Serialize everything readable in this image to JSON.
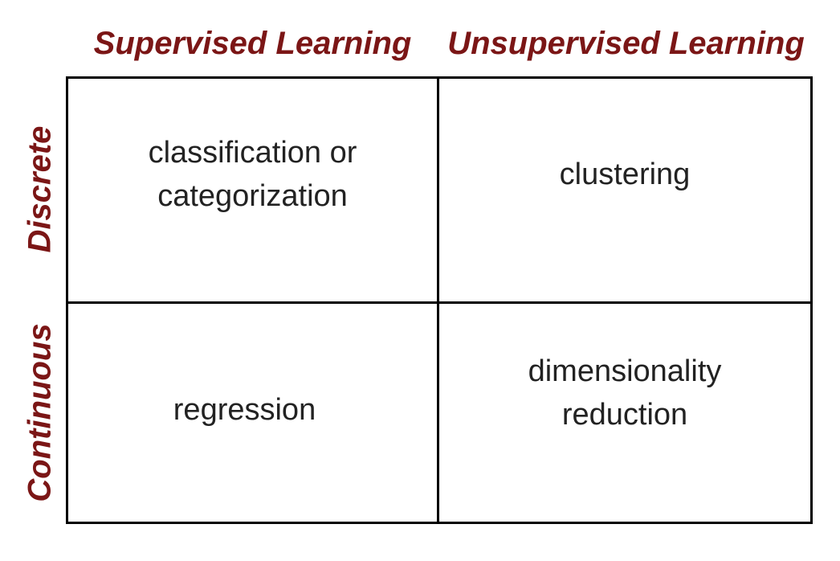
{
  "columns": [
    "Supervised Learning",
    "Unsupervised Learning"
  ],
  "rows": [
    "Discrete",
    "Continuous"
  ],
  "cells": {
    "discrete_supervised": [
      "classification or",
      "categorization"
    ],
    "discrete_unsupervised": [
      "clustering"
    ],
    "continuous_supervised": [
      "regression"
    ],
    "continuous_unsupervised": [
      "dimensionality",
      "reduction"
    ]
  },
  "colors": {
    "header_text": "#7b1616",
    "cell_text": "#222222",
    "border": "#000000",
    "background": "#ffffff"
  }
}
